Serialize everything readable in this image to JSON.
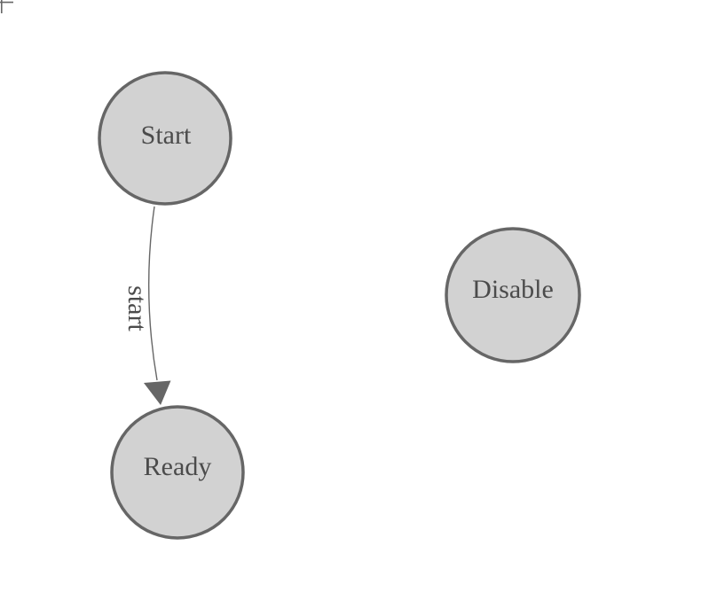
{
  "diagram": {
    "type": "state-machine",
    "background": "#ffffff",
    "nodes": [
      {
        "id": "start",
        "label": "Start"
      },
      {
        "id": "ready",
        "label": "Ready"
      },
      {
        "id": "disable",
        "label": "Disable"
      }
    ],
    "edges": [
      {
        "from": "start",
        "to": "ready",
        "label": "start"
      }
    ],
    "colors": {
      "node_fill": "#d2d2d2",
      "node_stroke": "#666666",
      "label_text": "#4b4b4b",
      "edge_stroke": "#666666",
      "arrowhead": "#666666",
      "corner_mark": "#666666"
    }
  }
}
